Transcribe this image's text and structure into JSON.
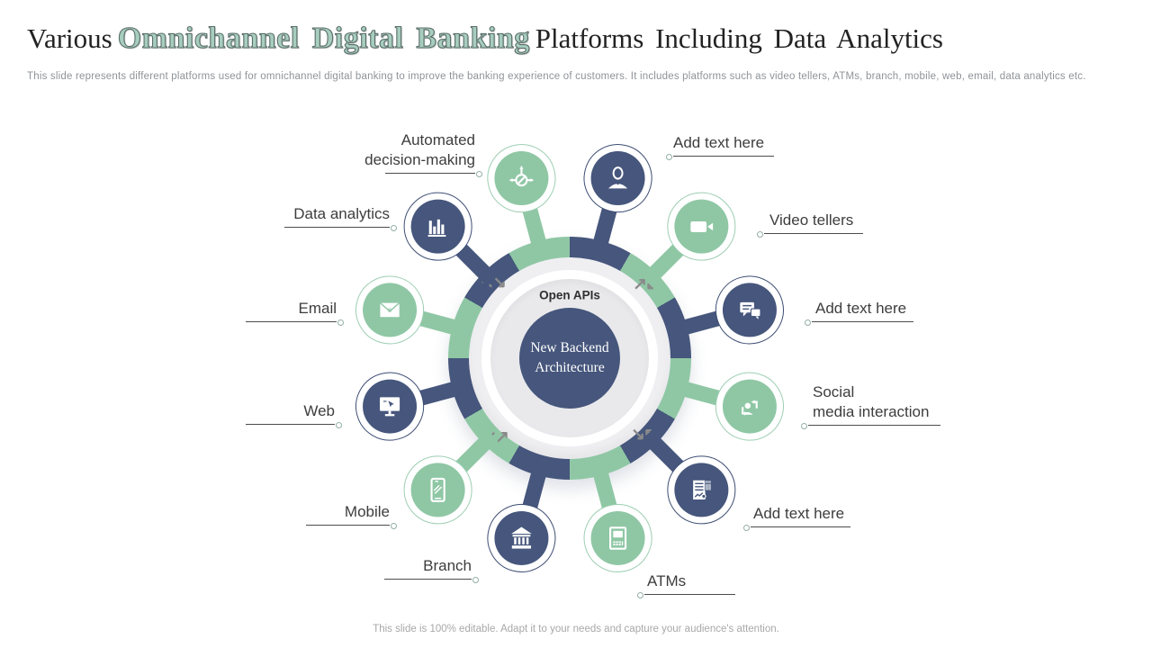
{
  "slide": {
    "title": {
      "part1": "Various",
      "highlight": "Omnichannel Digital Banking",
      "part2": "Platforms Including Data Analytics"
    },
    "subtitle": "This slide represents different platforms used for omnichannel digital banking to improve the banking experience of customers. It includes platforms such as video tellers, ATMs, branch, mobile, web, email, data analytics etc.",
    "footer": "This slide is 100% editable. Adapt it to your needs and capture your audience's attention."
  },
  "diagram": {
    "center": {
      "top_label": "Open APIs",
      "main_label": "New Backend Architecture"
    },
    "colors": {
      "navy": "#46567C",
      "green": "#8FC7A5"
    },
    "arrows": {
      "tl": "↖↘",
      "tr": "↗↙",
      "bl": "↙↗",
      "br": "↘↖"
    },
    "nodes": [
      {
        "label": "Automated\ndecision-making",
        "icon": "automation-target-icon",
        "color": "green"
      },
      {
        "label": "Add text here",
        "icon": "person-icon",
        "color": "navy"
      },
      {
        "label": "Video tellers",
        "icon": "video-camera-icon",
        "color": "green"
      },
      {
        "label": "Add text here",
        "icon": "chat-bubbles-icon",
        "color": "navy"
      },
      {
        "label": "Social\nmedia interaction",
        "icon": "social-share-icon",
        "color": "green"
      },
      {
        "label": "Add text here",
        "icon": "report-document-icon",
        "color": "navy"
      },
      {
        "label": "ATMs",
        "icon": "atm-machine-icon",
        "color": "green"
      },
      {
        "label": "Branch",
        "icon": "bank-building-icon",
        "color": "navy"
      },
      {
        "label": "Mobile",
        "icon": "mobile-phone-icon",
        "color": "green"
      },
      {
        "label": "Web",
        "icon": "web-monitor-icon",
        "color": "navy"
      },
      {
        "label": "Email",
        "icon": "email-envelope-icon",
        "color": "green"
      },
      {
        "label": "Data analytics",
        "icon": "bar-chart-icon",
        "color": "navy"
      }
    ]
  }
}
